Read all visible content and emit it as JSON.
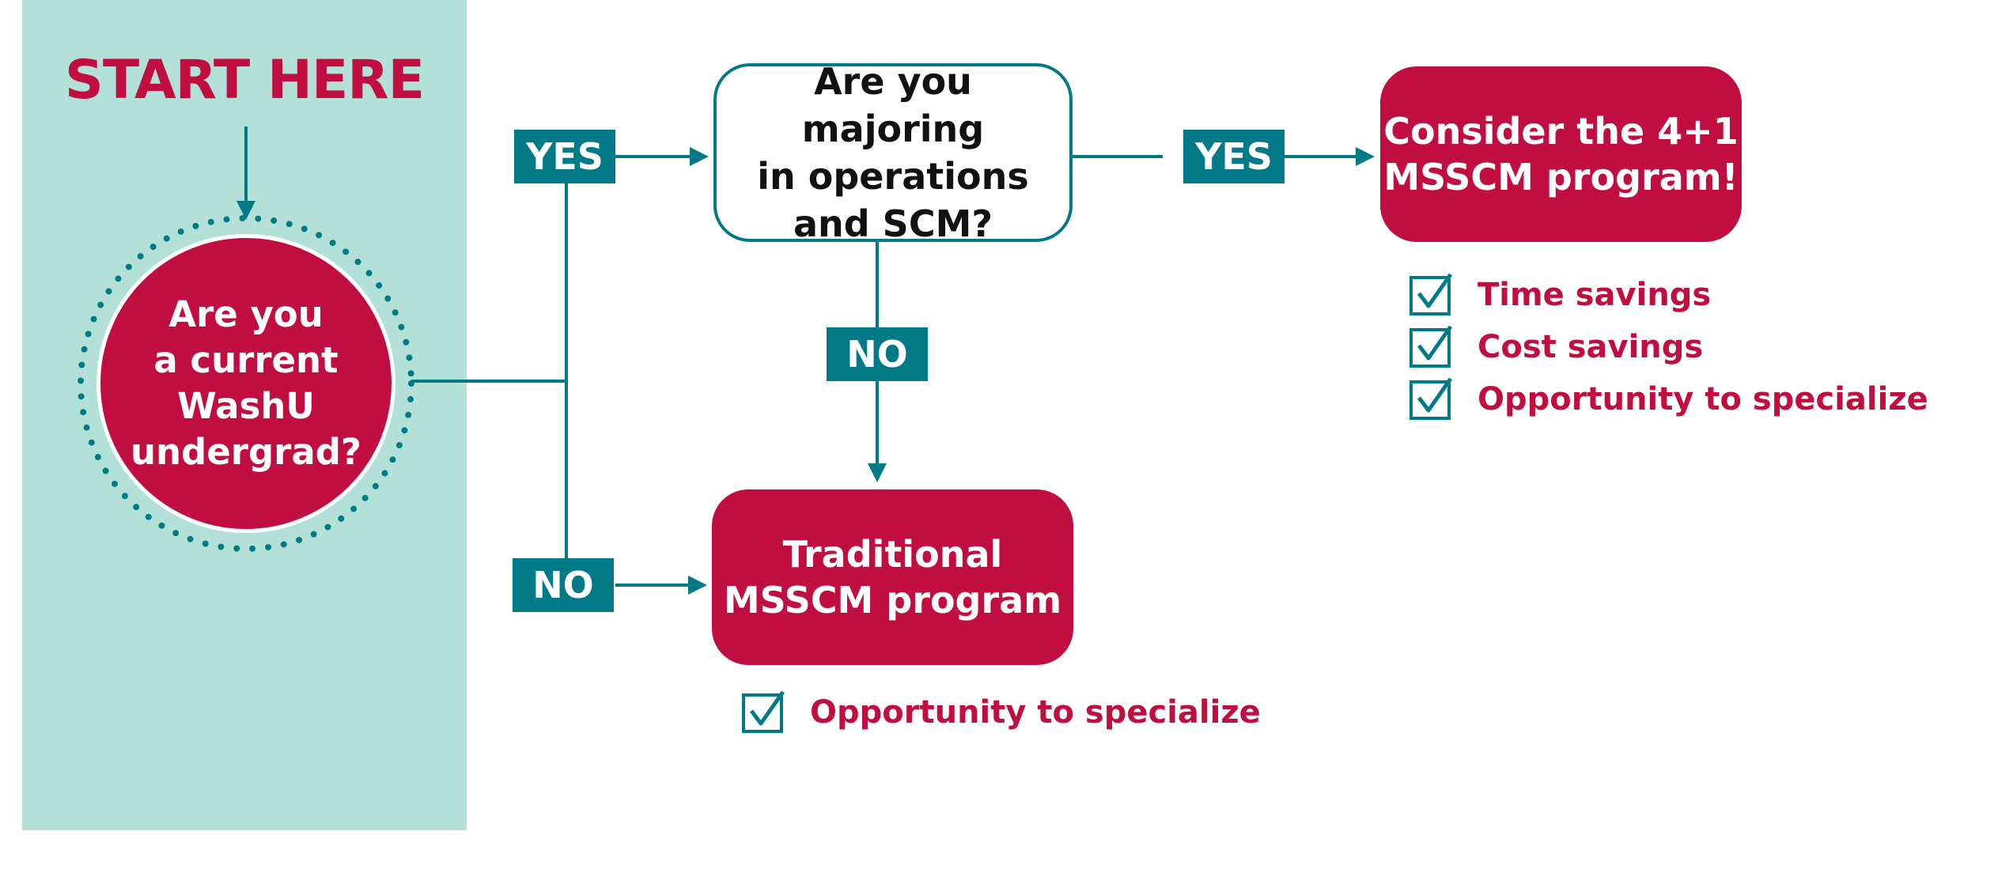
{
  "start_label": "START HERE",
  "start_question": "Are you\na current\nWashU\nundergrad?",
  "major_question": "Are you majoring\nin operations\nand SCM?",
  "yes_label": "YES",
  "no_label": "NO",
  "outcome_41": {
    "title": "Consider the 4+1\nMSSCM program!",
    "benefits": [
      "Time savings",
      "Cost savings",
      "Opportunity to specialize"
    ]
  },
  "outcome_traditional": {
    "title": "Traditional\nMSSCM program",
    "benefits": [
      "Opportunity to specialize"
    ]
  },
  "colors": {
    "panel": "#b3e1d7",
    "crimson": "#c10e40",
    "teal": "#007a87"
  }
}
